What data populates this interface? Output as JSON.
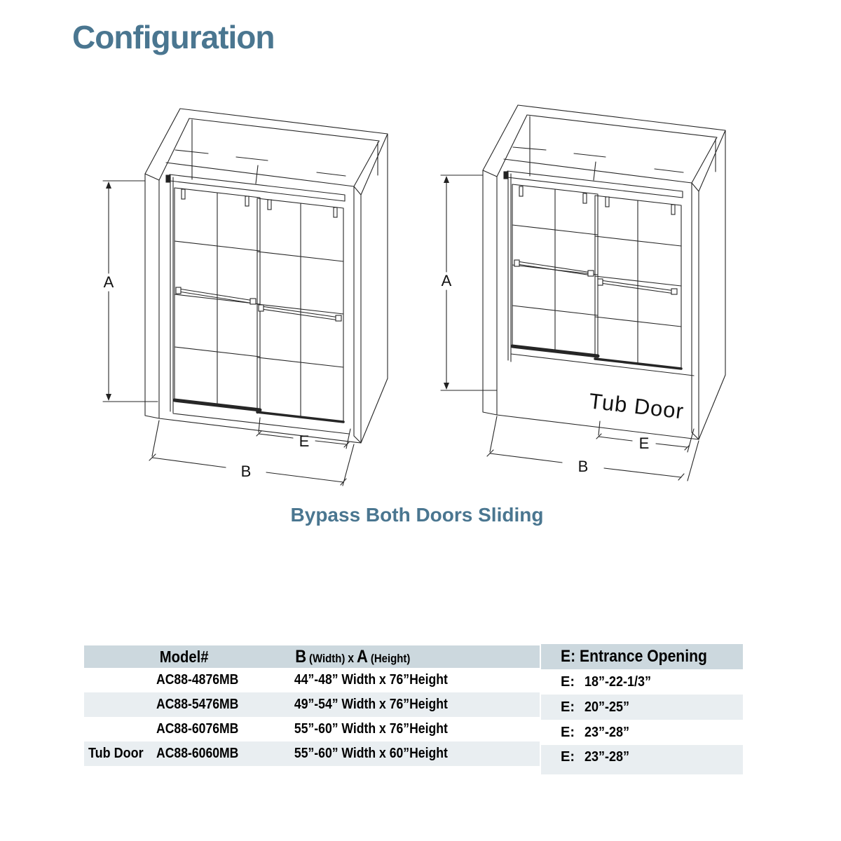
{
  "page": {
    "title": "Configuration",
    "caption": "Bypass Both Doors Sliding"
  },
  "colors": {
    "accent": "#4a7690",
    "header-bg": "#ccd8de",
    "row-alt": "#e9eef1",
    "line": "#262626"
  },
  "diagrams": {
    "left": {
      "label_a": "A",
      "label_b": "B",
      "label_e": "E"
    },
    "right": {
      "label_a": "A",
      "label_b": "B",
      "label_e": "E",
      "panel_label": "Tub Door"
    }
  },
  "table": {
    "headers": {
      "model": "Model#",
      "size_b": "B",
      "size_b_sub": "(Width)",
      "size_x": "x",
      "size_a": "A",
      "size_a_sub": "(Height)",
      "entrance": "E: Entrance Opening"
    },
    "rows": [
      {
        "label": "",
        "model": "AC88-4876MB",
        "size": "44”-48” Width x 76”Height",
        "e_prefix": "E:",
        "e_value": "18”-22-1/3”"
      },
      {
        "label": "",
        "model": "AC88-5476MB",
        "size": "49”-54” Width x 76”Height",
        "e_prefix": "E:",
        "e_value": "20”-25”"
      },
      {
        "label": "",
        "model": "AC88-6076MB",
        "size": "55”-60” Width x 76”Height",
        "e_prefix": "E:",
        "e_value": "23”-28”"
      },
      {
        "label": "Tub Door",
        "model": "AC88-6060MB",
        "size": "55”-60” Width x 60”Height",
        "e_prefix": "E:",
        "e_value": "23”-28”"
      }
    ]
  }
}
